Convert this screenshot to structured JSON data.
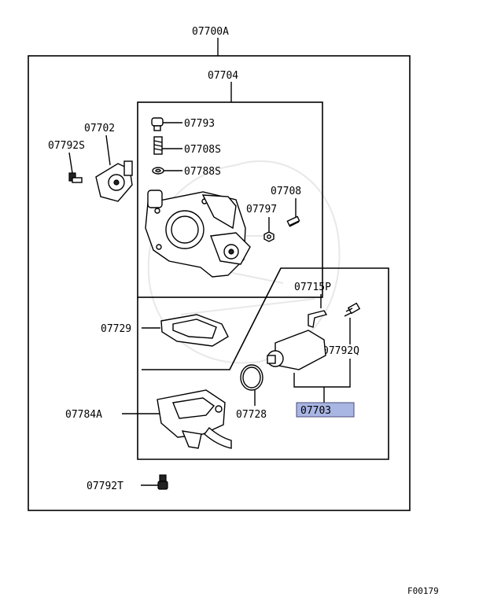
{
  "labels": {
    "main_assembly": "07700A",
    "throttle_body": "07704",
    "sensor": "07702",
    "sensor_screw": "07792S",
    "plug": "07793",
    "adjust_screw": "07708S",
    "washer": "07788S",
    "screw": "07708",
    "nut": "07797",
    "gasket": "07729",
    "bracket": "07715P",
    "isc_screw": "07792Q",
    "isc_valve": "07703",
    "o_ring": "07728",
    "housing": "07784A",
    "housing_bolt": "07792T"
  },
  "footer": {
    "code": "F00179"
  },
  "highlight_color": "#a9b6e3"
}
